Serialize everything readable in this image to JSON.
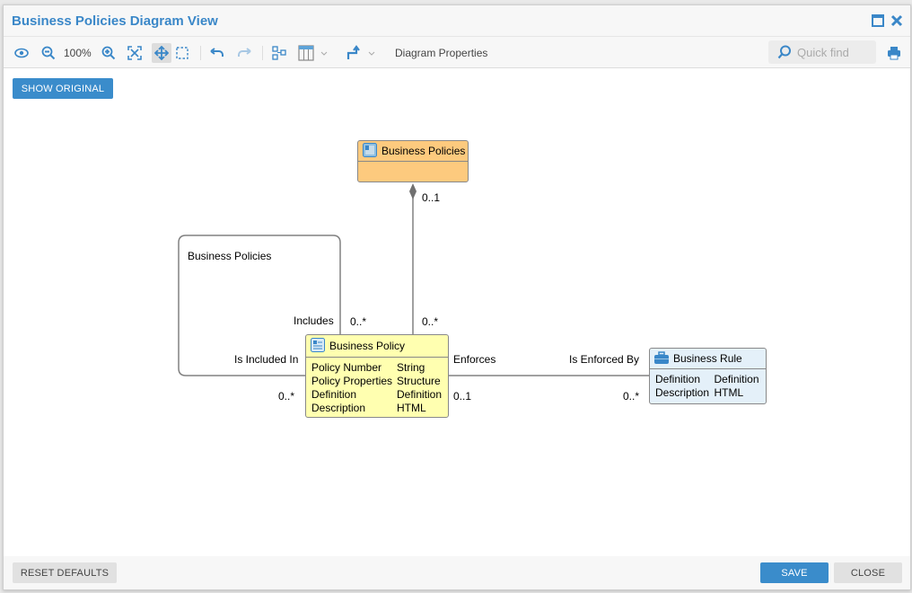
{
  "window": {
    "title": "Business Policies Diagram View"
  },
  "toolbar": {
    "zoom_level": "100%",
    "diagram_properties": "Diagram Properties",
    "quick_find_placeholder": "Quick find"
  },
  "show_original": "SHOW ORIGINAL",
  "diagram": {
    "parent": {
      "title": "Business Policies"
    },
    "loop_label": "Business Policies",
    "policy": {
      "title": "Business Policy",
      "attributes": [
        {
          "name": "Policy Number",
          "type": "String"
        },
        {
          "name": "Policy Properties",
          "type": "Structure"
        },
        {
          "name": "Definition",
          "type": "Definition"
        },
        {
          "name": "Description",
          "type": "HTML"
        }
      ]
    },
    "rule": {
      "title": "Business Rule",
      "attributes": [
        {
          "name": "Definition",
          "type": "Definition"
        },
        {
          "name": "Description",
          "type": "HTML"
        }
      ]
    },
    "labels": {
      "comp_top": "0..1",
      "comp_bottom": "0..*",
      "includes": "Includes",
      "includes_mult": "0..*",
      "included_in": "Is Included In",
      "included_in_mult": "0..*",
      "enforces": "Enforces",
      "enforces_mult": "0..1",
      "enforced_by": "Is Enforced By",
      "enforced_by_mult": "0..*"
    },
    "colors": {
      "parent": "#fdca7e",
      "policy": "#ffffb0",
      "rule": "#e4f0f9"
    }
  },
  "footer": {
    "reset": "RESET DEFAULTS",
    "save": "SAVE",
    "close": "CLOSE"
  }
}
